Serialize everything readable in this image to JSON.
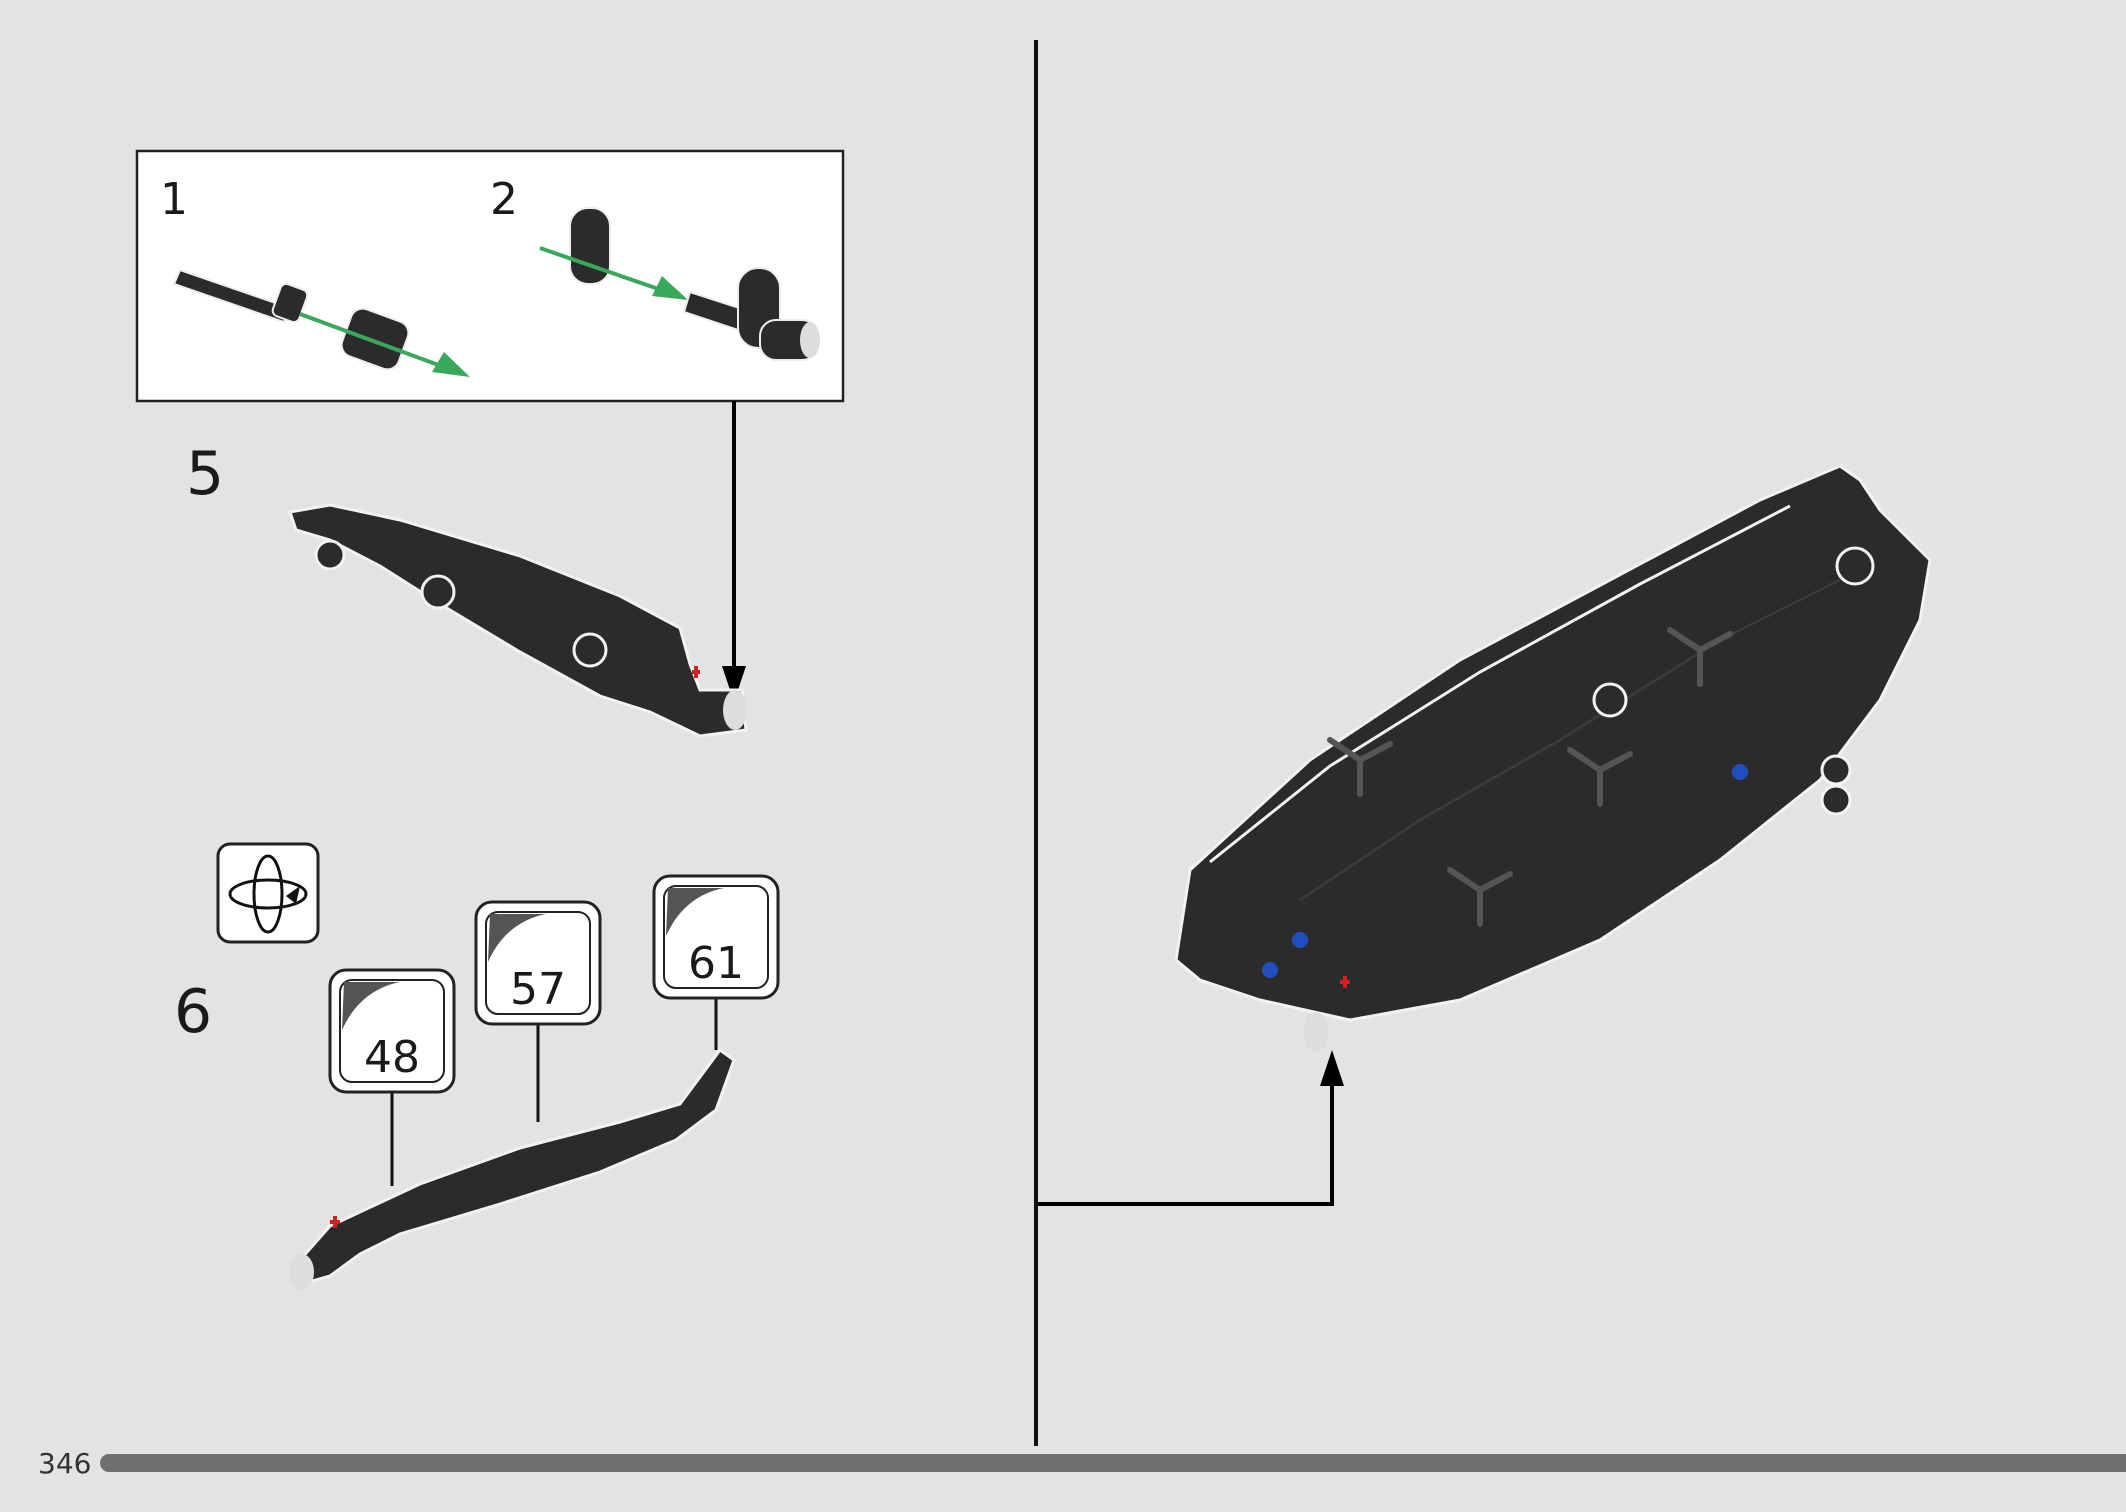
{
  "page": {
    "number": "346"
  },
  "callout": {
    "substep_1": "1",
    "substep_2": "2"
  },
  "steps": [
    {
      "number": "5"
    },
    {
      "number": "6"
    }
  ],
  "stickers": [
    "48",
    "57",
    "61"
  ],
  "icons": [
    "rotate-model-icon",
    "arrow-icon"
  ],
  "colors": {
    "background": "#e3e3e3",
    "part": "#2b2b2b",
    "arrow_green": "#3aa85a",
    "pin_red": "#d02020",
    "pin_blue": "#2050c0",
    "progress": "#6f6f6f"
  }
}
